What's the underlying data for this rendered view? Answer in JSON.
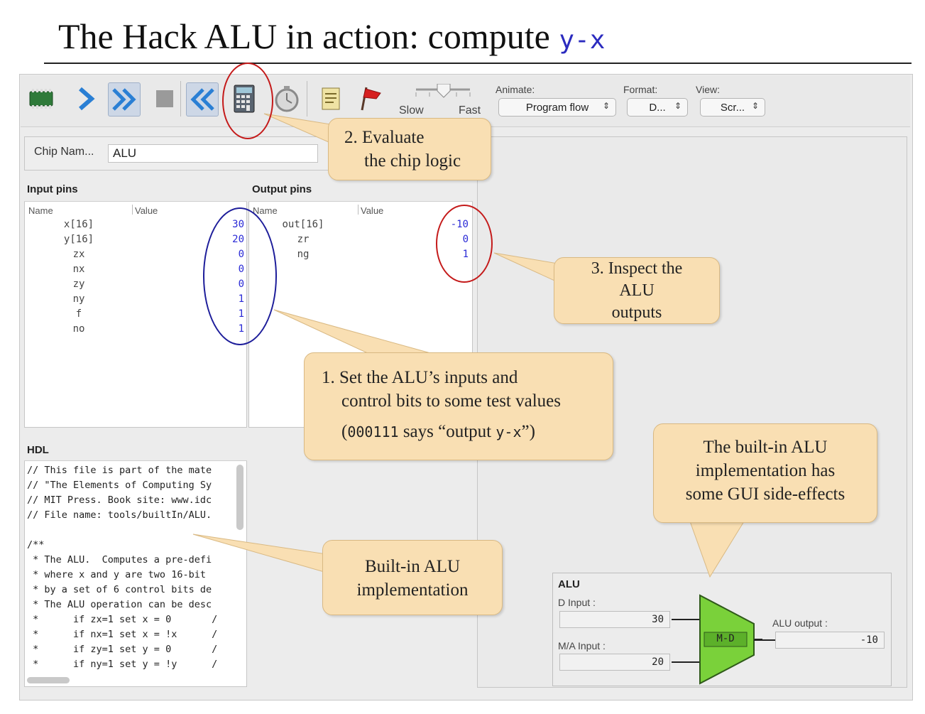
{
  "slide": {
    "title_main": "The Hack ALU in action: compute ",
    "title_code": "y-x"
  },
  "toolbar": {
    "speed_slow": "Slow",
    "speed_fast": "Fast",
    "animate_label": "Animate:",
    "animate_value": "Program flow",
    "format_label": "Format:",
    "format_value": "D...",
    "view_label": "View:",
    "view_value": "Scr..."
  },
  "chip": {
    "label": "Chip Nam...",
    "value": "ALU"
  },
  "input_pins": {
    "title": "Input pins",
    "col_name": "Name",
    "col_value": "Value",
    "rows": [
      {
        "name": "x[16]",
        "value": "30"
      },
      {
        "name": "y[16]",
        "value": "20"
      },
      {
        "name": "zx",
        "value": "0"
      },
      {
        "name": "nx",
        "value": "0"
      },
      {
        "name": "zy",
        "value": "0"
      },
      {
        "name": "ny",
        "value": "1"
      },
      {
        "name": "f",
        "value": "1"
      },
      {
        "name": "no",
        "value": "1"
      }
    ]
  },
  "output_pins": {
    "title": "Output pins",
    "col_name": "Name",
    "col_value": "Value",
    "rows": [
      {
        "name": "out[16]",
        "value": "-10"
      },
      {
        "name": "zr",
        "value": "0"
      },
      {
        "name": "ng",
        "value": "1"
      }
    ]
  },
  "hdl": {
    "title": "HDL",
    "lines": [
      "// This file is part of the mate",
      "// \"The Elements of Computing Sy",
      "// MIT Press. Book site: www.idc",
      "// File name: tools/builtIn/ALU.",
      "",
      "/**",
      " * The ALU.  Computes a pre-defi",
      " * where x and y are two 16-bit",
      " * by a set of 6 control bits de",
      " * The ALU operation can be desc",
      " *      if zx=1 set x = 0       /",
      " *      if nx=1 set x = !x      /",
      " *      if zy=1 set y = 0       /",
      " *      if ny=1 set y = !y      /"
    ]
  },
  "callouts": {
    "c2_line1": "2. Evaluate",
    "c2_line2": "the chip logic",
    "c3_line1": "3. Inspect the",
    "c3_line2": "ALU",
    "c3_line3": "outputs",
    "c1_line1": "1. Set the ALU’s inputs and",
    "c1_line2": "control bits to some test values",
    "c1_open": "(",
    "c1_code": "000111",
    "c1_mid": " says “output ",
    "c1_code2": "y-x",
    "c1_close": "”)",
    "builtin_line1": "Built-in  ALU",
    "builtin_line2": "implementation",
    "gui_line1": "The built-in  ALU",
    "gui_line2": "implementation  has",
    "gui_line3": "some GUI side-effects"
  },
  "alu_panel": {
    "title": "ALU",
    "d_input_label": "D Input :",
    "d_input_value": "30",
    "ma_input_label": "M/A Input :",
    "ma_input_value": "20",
    "op_label": "M-D",
    "output_label": "ALU output :",
    "output_value": "-10"
  },
  "colors": {
    "callout_fill": "#f9dfb3",
    "ring_red": "#c41a1a",
    "ring_blue": "#1d1d9a",
    "alu_green": "#7ad13a",
    "value_blue": "#2a2ad6"
  }
}
